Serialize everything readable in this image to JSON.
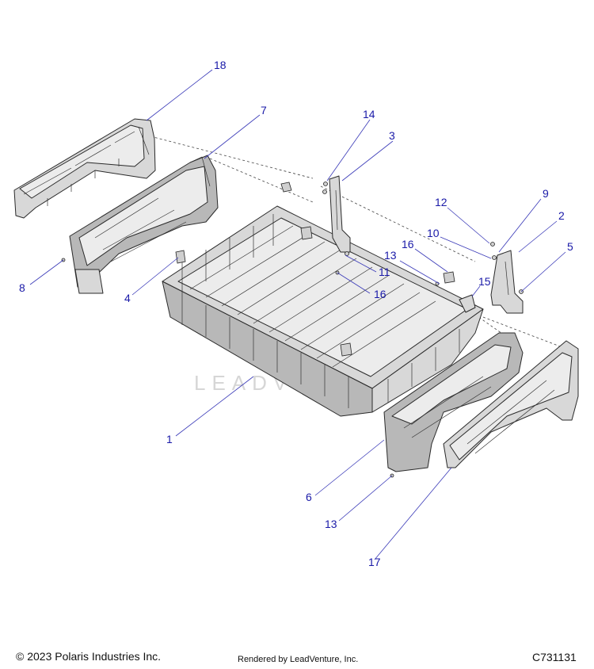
{
  "callouts": [
    {
      "label": "18"
    },
    {
      "label": "7"
    },
    {
      "label": "14"
    },
    {
      "label": "3"
    },
    {
      "label": "12"
    },
    {
      "label": "9"
    },
    {
      "label": "2"
    },
    {
      "label": "10"
    },
    {
      "label": "16"
    },
    {
      "label": "13"
    },
    {
      "label": "5"
    },
    {
      "label": "11"
    },
    {
      "label": "15"
    },
    {
      "label": "8"
    },
    {
      "label": "4"
    },
    {
      "label": "16"
    },
    {
      "label": "1"
    },
    {
      "label": "6"
    },
    {
      "label": "13"
    },
    {
      "label": "17"
    }
  ],
  "watermark": "LEADVENTURE",
  "footer": {
    "copyright": "© 2023 Polaris Industries Inc.",
    "rendered_by": "Rendered by LeadVenture, Inc.",
    "diagram_id": "C731131"
  },
  "colors": {
    "callout": "#1a1aa8",
    "line": "#2a2a2a",
    "part_fill": "#d8d8d8"
  }
}
